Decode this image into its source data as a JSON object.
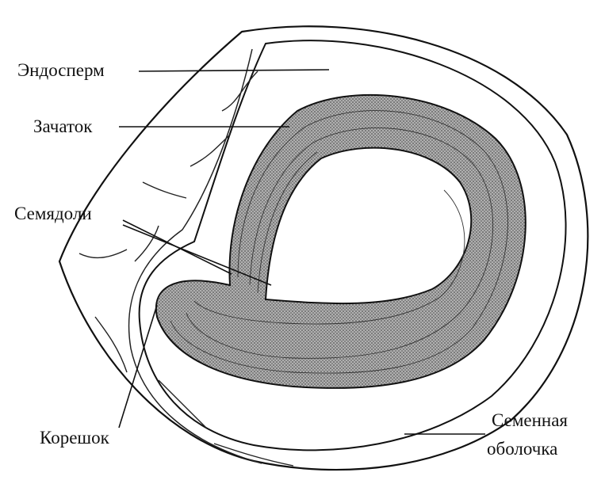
{
  "labels": {
    "endosperm": "Эндосперм",
    "embryo": "Зачаток",
    "cotyledons": "Семядоли",
    "radicle": "Корешок",
    "seed_coat_line1": "Семенная",
    "seed_coat_line2": "оболочка"
  },
  "colors": {
    "embryo_fill": "#9a9a9a",
    "line": "#111111"
  }
}
